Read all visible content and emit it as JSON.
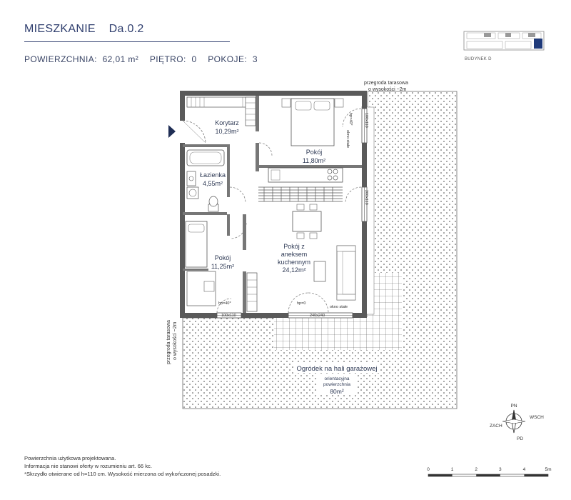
{
  "header": {
    "label": "MIESZKANIE",
    "code": "Da.0.2",
    "area_label": "POWIERZCHNIA:",
    "area_value": "62,01 m²",
    "floor_label": "PIĘTRO:",
    "floor_value": "0",
    "rooms_label": "POKOJE:",
    "rooms_value": "3"
  },
  "keyplan": {
    "label": "BUDYNEK D"
  },
  "rooms": {
    "korytarz": {
      "name": "Korytarz",
      "area": "10,29m²"
    },
    "pokoj1": {
      "name": "Pokój",
      "area": "11,80m²"
    },
    "lazienka": {
      "name": "Łazienka",
      "area": "4,55m²"
    },
    "pokoj2": {
      "name": "Pokój",
      "area": "11,25m²"
    },
    "salon": {
      "line1": "Pokój z",
      "line2": "aneksem",
      "line3": "kuchennym",
      "area": "24,12m²"
    }
  },
  "annotations": {
    "partition_top_line1": "przegroda tarasowa",
    "partition_top_line2": "o wysokości ~2m",
    "partition_left_line1": "przegroda tarasowa",
    "partition_left_line2": "o wysokości ~2m",
    "window_fixed_1": "okno stałe",
    "window_fixed_2": "okno stałe",
    "hp_40_a": "hp=40*",
    "hp_40_b": "hp=40*",
    "hp_0": "hp=0",
    "dim_100x110_a": "100x110",
    "dim_100x110_b": "100x110",
    "dim_200x110": "200x110",
    "dim_240x240": "240x240"
  },
  "garden": {
    "name": "Ogródek na hali garażowej",
    "note_line1": "orientacyjna",
    "note_line2": "powierzchnia",
    "area": "80m²"
  },
  "compass": {
    "north": "PN",
    "east": "WSCH",
    "west": "ZACH",
    "south": "PD"
  },
  "scale": {
    "ticks": [
      "0",
      "1",
      "2",
      "3",
      "4",
      "5m"
    ]
  },
  "footer": {
    "line1": "Powierzchnia użytkowa projektowana.",
    "line2": "Informacja nie stanowi oferty w rozumieniu art. 66 kc.",
    "line3": "*Skrzydło otwierane od h=110 cm. Wysokość mierzona od wykończonej posadzki."
  },
  "colors": {
    "wall": "#555555",
    "navy": "#2f3e6e",
    "text": "#2f3a55",
    "keyplan_highlight": "#1f3a7a"
  }
}
